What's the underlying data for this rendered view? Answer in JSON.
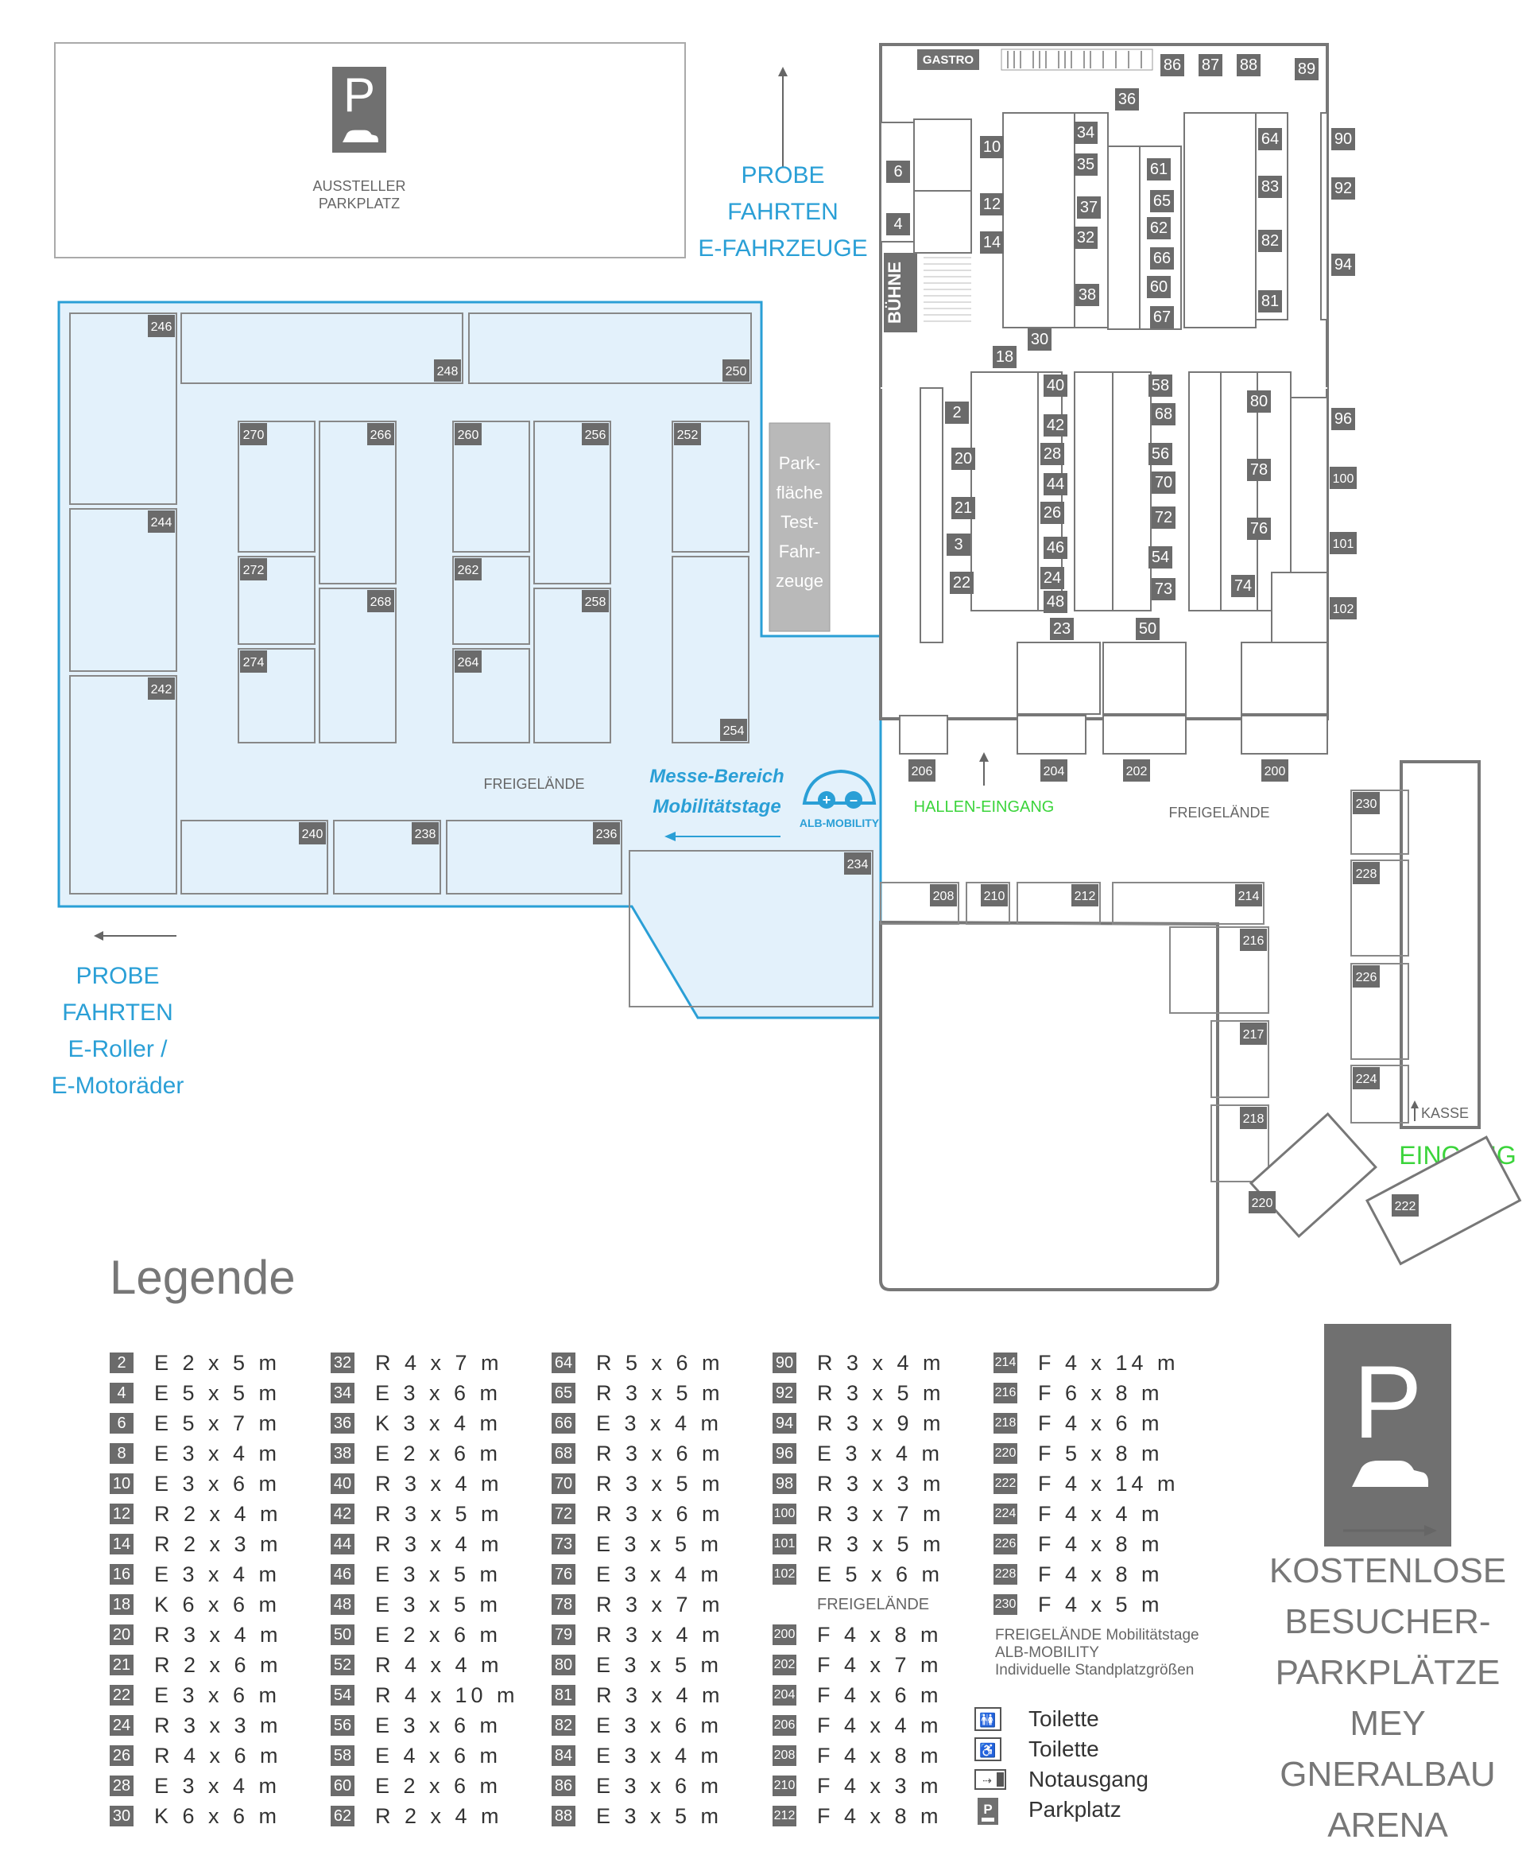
{
  "top": {
    "parking_label": "AUSSTELLER PARKPLATZ",
    "parking_letter": "P",
    "probe_ev": [
      "PROBE",
      "FAHRTEN",
      "E-FAHRZEUGE"
    ],
    "probe_roller": [
      "PROBE",
      "FAHRTEN",
      "E-Roller /",
      "E-Motoräder"
    ]
  },
  "hall": {
    "gastro": "GASTRO",
    "stage": "BÜHNE",
    "entrance": "HALLEN-EINGANG"
  },
  "outdoor": {
    "freigelaende": "FREIGELÄNDE",
    "test_area": [
      "Park-",
      "fläche",
      "Test-",
      "Fahr-",
      "zeuge"
    ],
    "messe_title": [
      "Messe-Bereich",
      "Mobilitätstage"
    ],
    "logo_text": "ALB-MOBILITY",
    "kasse": "KASSE",
    "eingang": "EINGANG"
  },
  "booths": {
    "outdoor_left": [
      "246",
      "248",
      "250",
      "270",
      "266",
      "260",
      "256",
      "252",
      "272",
      "262",
      "258",
      "268",
      "274",
      "264",
      "254",
      "244",
      "242",
      "240",
      "238",
      "236",
      "234"
    ],
    "hall": [
      "86",
      "87",
      "88",
      "89",
      "36",
      "6",
      "4",
      "10",
      "12",
      "14",
      "34",
      "35",
      "37",
      "32",
      "38",
      "61",
      "65",
      "62",
      "66",
      "60",
      "67",
      "64",
      "83",
      "82",
      "81",
      "90",
      "92",
      "94",
      "96",
      "100",
      "101",
      "102",
      "18",
      "30",
      "2",
      "20",
      "21",
      "3",
      "22",
      "40",
      "42",
      "28",
      "44",
      "26",
      "46",
      "24",
      "48",
      "23",
      "50",
      "58",
      "68",
      "56",
      "70",
      "72",
      "54",
      "73",
      "80",
      "78",
      "76",
      "74"
    ],
    "outdoor_right": [
      "206",
      "204",
      "202",
      "200",
      "208",
      "210",
      "212",
      "214",
      "216",
      "217",
      "218",
      "220",
      "222",
      "224",
      "226",
      "228",
      "230"
    ]
  },
  "legend": {
    "title": "Legende",
    "columns": [
      [
        [
          "2",
          "E 2 x 5 m"
        ],
        [
          "4",
          "E 5 x 5 m"
        ],
        [
          "6",
          "E 5 x 7 m"
        ],
        [
          "8",
          "E 3 x 4 m"
        ],
        [
          "10",
          "E 3 x 6 m"
        ],
        [
          "12",
          "R 2 x 4 m"
        ],
        [
          "14",
          "R 2 x 3 m"
        ],
        [
          "16",
          "E 3 x 4 m"
        ],
        [
          "18",
          "K 6 x 6 m"
        ],
        [
          "20",
          "R 3 x 4 m"
        ],
        [
          "21",
          "R 2 x 6 m"
        ],
        [
          "22",
          "E 3 x 6 m"
        ],
        [
          "24",
          "R 3 x 3 m"
        ],
        [
          "26",
          "R 4 x 6 m"
        ],
        [
          "28",
          "E 3 x 4 m"
        ],
        [
          "30",
          "K 6 x 6 m"
        ]
      ],
      [
        [
          "32",
          "R 4 x 7 m"
        ],
        [
          "34",
          "E 3 x 6 m"
        ],
        [
          "36",
          "K 3 x 4 m"
        ],
        [
          "38",
          "E 2 x 6 m"
        ],
        [
          "40",
          "R 3 x 4 m"
        ],
        [
          "42",
          "R 3 x 5 m"
        ],
        [
          "44",
          "R 3 x 4 m"
        ],
        [
          "46",
          "E 3 x 5 m"
        ],
        [
          "48",
          "E 3 x 5 m"
        ],
        [
          "50",
          "E 2 x 6 m"
        ],
        [
          "52",
          "R 4 x 4 m"
        ],
        [
          "54",
          "R 4 x 10 m"
        ],
        [
          "56",
          "E 3 x 6 m"
        ],
        [
          "58",
          "E 4 x 6 m"
        ],
        [
          "60",
          "E 2 x 6 m"
        ],
        [
          "62",
          "R 2 x 4 m"
        ]
      ],
      [
        [
          "64",
          "R 5 x 6 m"
        ],
        [
          "65",
          "R 3 x 5 m"
        ],
        [
          "66",
          "E 3 x 4 m"
        ],
        [
          "68",
          "R 3 x 6 m"
        ],
        [
          "70",
          "R 3 x 5 m"
        ],
        [
          "72",
          "R 3 x 6 m"
        ],
        [
          "73",
          "E 3 x 5 m"
        ],
        [
          "76",
          "E 3 x 4 m"
        ],
        [
          "78",
          "R 3 x 7 m"
        ],
        [
          "79",
          "R 3 x 4 m"
        ],
        [
          "80",
          "E 3 x 5 m"
        ],
        [
          "81",
          "R 3 x 4 m"
        ],
        [
          "82",
          "E 3 x 6 m"
        ],
        [
          "84",
          "E 3 x 4 m"
        ],
        [
          "86",
          "E 3 x 6 m"
        ],
        [
          "88",
          "E 3 x 5 m"
        ]
      ],
      [
        [
          "90",
          "R 3 x 4 m"
        ],
        [
          "92",
          "R 3 x 5 m"
        ],
        [
          "94",
          "R 3 x 9 m"
        ],
        [
          "96",
          "E 3 x 4 m"
        ],
        [
          "98",
          "R 3 x 3 m"
        ],
        [
          "100",
          "R 3 x 7 m"
        ],
        [
          "101",
          "R 3 x 5 m"
        ],
        [
          "102",
          "E 5 x 6 m"
        ],
        [
          "FREIGELÄNDE",
          ""
        ],
        [
          "200",
          "F 4 x 8 m"
        ],
        [
          "202",
          "F 4 x 7 m"
        ],
        [
          "204",
          "F 4 x 6 m"
        ],
        [
          "206",
          "F 4 x 4 m"
        ],
        [
          "208",
          "F 4 x 8 m"
        ],
        [
          "210",
          "F 4 x 3 m"
        ],
        [
          "212",
          "F 4 x 8 m"
        ]
      ],
      [
        [
          "214",
          "F 4 x 14 m"
        ],
        [
          "216",
          "F 6 x 8 m"
        ],
        [
          "218",
          "F 4 x 6 m"
        ],
        [
          "220",
          "F 5 x 8 m"
        ],
        [
          "222",
          "F 4 x 14 m"
        ],
        [
          "224",
          "F 4 x 4 m"
        ],
        [
          "226",
          "F 4 x 8 m"
        ],
        [
          "228",
          "F 4 x 8 m"
        ],
        [
          "230",
          "F 4 x 5 m"
        ]
      ]
    ],
    "note": [
      "FREIGELÄNDE Mobilitätstage",
      "ALB-MOBILITY",
      "Individuelle Standplatzgrößen"
    ],
    "symbols": {
      "toilet": "Toilette",
      "toilet_accessible": "Toilette",
      "emergency_exit": "Notausgang",
      "parking": "Parkplatz"
    }
  },
  "visitor_parking": {
    "letter": "P",
    "lines": [
      "KOSTENLOSE",
      "BESUCHER-",
      "PARKPLÄTZE",
      "MEY",
      "GNERALBAU",
      "ARENA"
    ]
  },
  "colors": {
    "blue": "#2a9fd6",
    "light_blue": "#e3f1fb",
    "grey": "#6d6d6d",
    "green": "#3bd43b",
    "box_grey": "#b9b9b9"
  }
}
